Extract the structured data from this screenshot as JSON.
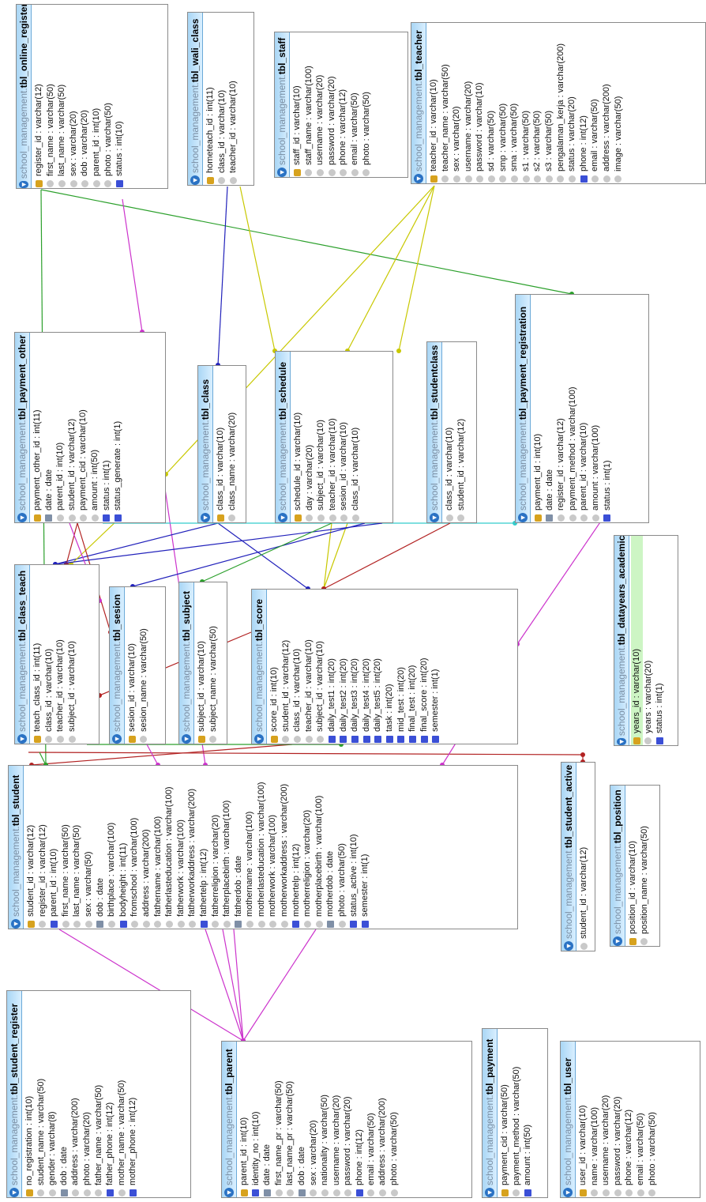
{
  "schema": "school_management",
  "tables": [
    {
      "id": "tbl_online_register",
      "name": "tbl_online_register",
      "fields": [
        {
          "text": "register_id : varchar(12)",
          "key": "pk"
        },
        {
          "text": "first_name : varchar(50)",
          "key": "col"
        },
        {
          "text": "last_name : varchar(50)",
          "key": "col"
        },
        {
          "text": "sex : varchar(20)",
          "key": "col"
        },
        {
          "text": "dob : varchar(20)",
          "key": "col"
        },
        {
          "text": "parent_id : int(10)",
          "key": "col"
        },
        {
          "text": "photo : varchar(50)",
          "key": "col"
        },
        {
          "text": "status : int(10)",
          "key": "num"
        }
      ]
    },
    {
      "id": "tbl_wali_class",
      "name": "tbl_wali_class",
      "fields": [
        {
          "text": "hometeach_id : int(11)",
          "key": "pk"
        },
        {
          "text": "class_id : varchar(10)",
          "key": "col"
        },
        {
          "text": "teacher_id : varchar(10)",
          "key": "col"
        }
      ]
    },
    {
      "id": "tbl_staff",
      "name": "tbl_staff",
      "fields": [
        {
          "text": "staff_id : varchar(10)",
          "key": "pk"
        },
        {
          "text": "staff_name : varchar(100)",
          "key": "col"
        },
        {
          "text": "username : varchar(20)",
          "key": "col"
        },
        {
          "text": "password : varchar(20)",
          "key": "col"
        },
        {
          "text": "phone : varchar(12)",
          "key": "col"
        },
        {
          "text": "email : varchar(50)",
          "key": "col"
        },
        {
          "text": "photo : varchar(50)",
          "key": "col"
        }
      ]
    },
    {
      "id": "tbl_teacher",
      "name": "tbl_teacher",
      "fields": [
        {
          "text": "teacher_id : varchar(10)",
          "key": "pk"
        },
        {
          "text": "teacher_name : varchar(50)",
          "key": "col"
        },
        {
          "text": "sex : varchar(20)",
          "key": "col"
        },
        {
          "text": "username : varchar(20)",
          "key": "col"
        },
        {
          "text": "password : varchar(10)",
          "key": "col"
        },
        {
          "text": "sd : varchar(50)",
          "key": "col"
        },
        {
          "text": "smp : varchar(50)",
          "key": "col"
        },
        {
          "text": "sma : varchar(50)",
          "key": "col"
        },
        {
          "text": "s1 : varchar(50)",
          "key": "col"
        },
        {
          "text": "s2 : varchar(50)",
          "key": "col"
        },
        {
          "text": "s3 : varchar(50)",
          "key": "col"
        },
        {
          "text": "pengalaman_kerja : varchar(200)",
          "key": "col"
        },
        {
          "text": "status : varchar(20)",
          "key": "col"
        },
        {
          "text": "phone : int(12)",
          "key": "num"
        },
        {
          "text": "email : varchar(50)",
          "key": "col"
        },
        {
          "text": "address : varchar(200)",
          "key": "col"
        },
        {
          "text": "image : varchar(50)",
          "key": "col"
        }
      ]
    },
    {
      "id": "tbl_payment_other",
      "name": "tbl_payment_other",
      "fields": [
        {
          "text": "payment_other_id : int(11)",
          "key": "pk"
        },
        {
          "text": "date : date",
          "key": "date"
        },
        {
          "text": "parent_id : int(10)",
          "key": "col"
        },
        {
          "text": "student_id : varchar(12)",
          "key": "col"
        },
        {
          "text": "payment_cid : varchar(10)",
          "key": "col"
        },
        {
          "text": "amount : int(50)",
          "key": "col"
        },
        {
          "text": "status : int(1)",
          "key": "num"
        },
        {
          "text": "status_generate : int(1)",
          "key": "num"
        }
      ]
    },
    {
      "id": "tbl_class",
      "name": "tbl_class",
      "fields": [
        {
          "text": "class_id : varchar(10)",
          "key": "pk"
        },
        {
          "text": "class_name : varchar(20)",
          "key": "col"
        }
      ]
    },
    {
      "id": "tbl_schedule",
      "name": "tbl_schedule",
      "fields": [
        {
          "text": "schedule_id : varchar(10)",
          "key": "pk"
        },
        {
          "text": "day : varchar(20)",
          "key": "col"
        },
        {
          "text": "subject_id : varchar(10)",
          "key": "col"
        },
        {
          "text": "teacher_id : varchar(10)",
          "key": "col"
        },
        {
          "text": "sesion_id : varchar(10)",
          "key": "col"
        },
        {
          "text": "class_id : varchar(10)",
          "key": "col"
        }
      ]
    },
    {
      "id": "tbl_studentclass",
      "name": "tbl_studentclass",
      "fields": [
        {
          "text": "class_id : varchar(10)",
          "key": "col"
        },
        {
          "text": "student_id : varchar(12)",
          "key": "col"
        }
      ]
    },
    {
      "id": "tbl_payment_registration",
      "name": "tbl_payment_registration",
      "fields": [
        {
          "text": "payment_id : int(10)",
          "key": "pk"
        },
        {
          "text": "date : date",
          "key": "date"
        },
        {
          "text": "register_id : varchar(12)",
          "key": "col"
        },
        {
          "text": "payment_method : varchar(100)",
          "key": "col"
        },
        {
          "text": "parent_id : varchar(10)",
          "key": "col"
        },
        {
          "text": "amount : varchar(100)",
          "key": "col"
        },
        {
          "text": "status : int(1)",
          "key": "num"
        }
      ]
    },
    {
      "id": "tbl_class_teach",
      "name": "tbl_class_teach",
      "fields": [
        {
          "text": "teach_class_id : int(11)",
          "key": "pk"
        },
        {
          "text": "class_id : varchar(10)",
          "key": "col"
        },
        {
          "text": "teacher_id : varchar(10)",
          "key": "col"
        },
        {
          "text": "subject_id : varchar(10)",
          "key": "col"
        }
      ]
    },
    {
      "id": "tbl_sesion",
      "name": "tbl_sesion",
      "fields": [
        {
          "text": "sesion_id : varchar(10)",
          "key": "pk"
        },
        {
          "text": "sesion_name : varchar(50)",
          "key": "col"
        }
      ]
    },
    {
      "id": "tbl_subject",
      "name": "tbl_subject",
      "fields": [
        {
          "text": "subject_id : varchar(10)",
          "key": "pk"
        },
        {
          "text": "subject_name : varchar(50)",
          "key": "col"
        }
      ]
    },
    {
      "id": "tbl_score",
      "name": "tbl_score",
      "fields": [
        {
          "text": "score_id : int(10)",
          "key": "pk"
        },
        {
          "text": "student_id : varchar(12)",
          "key": "col"
        },
        {
          "text": "class_id : varchar(10)",
          "key": "col"
        },
        {
          "text": "teacher_id : varchar(10)",
          "key": "col"
        },
        {
          "text": "subject_id : varchar(10)",
          "key": "col"
        },
        {
          "text": "daily_test1 : int(20)",
          "key": "num"
        },
        {
          "text": "daily_test2 : int(20)",
          "key": "num"
        },
        {
          "text": "daily_test3 : int(20)",
          "key": "num"
        },
        {
          "text": "daily_test4 : int(20)",
          "key": "num"
        },
        {
          "text": "daily_test5 : int(20)",
          "key": "num"
        },
        {
          "text": "task : int(20)",
          "key": "num"
        },
        {
          "text": "mid_test : int(20)",
          "key": "num"
        },
        {
          "text": "final_test : int(20)",
          "key": "num"
        },
        {
          "text": "final_score : int(20)",
          "key": "num"
        },
        {
          "text": "semester : int(1)",
          "key": "num"
        }
      ]
    },
    {
      "id": "tbl_datayears_academic",
      "name": "tbl_datayears_academic",
      "fields": [
        {
          "text": "years_id : varchar(10)",
          "key": "pk",
          "selected": true
        },
        {
          "text": "years : varchar(20)",
          "key": "col"
        },
        {
          "text": "status : int(1)",
          "key": "num"
        }
      ]
    },
    {
      "id": "tbl_student",
      "name": "tbl_student",
      "fields": [
        {
          "text": "student_id : varchar(12)",
          "key": "pk"
        },
        {
          "text": "register_id : varchar(12)",
          "key": "col"
        },
        {
          "text": "parent_id : int(10)",
          "key": "num"
        },
        {
          "text": "first_name : varchar(50)",
          "key": "col"
        },
        {
          "text": "last_name : varchar(50)",
          "key": "col"
        },
        {
          "text": "sex : varchar(50)",
          "key": "col"
        },
        {
          "text": "dob : date",
          "key": "date"
        },
        {
          "text": "birthplace : varchar(100)",
          "key": "col"
        },
        {
          "text": "bodyheight : int(11)",
          "key": "num"
        },
        {
          "text": "fromschool : varchar(100)",
          "key": "col"
        },
        {
          "text": "address : varchar(200)",
          "key": "col"
        },
        {
          "text": "fathername : varchar(100)",
          "key": "col"
        },
        {
          "text": "fatherlasteducation : varchar(100)",
          "key": "col"
        },
        {
          "text": "fatherwork : varchar(100)",
          "key": "col"
        },
        {
          "text": "fatherworkaddress : varchar(200)",
          "key": "col"
        },
        {
          "text": "fathertelp : int(12)",
          "key": "num"
        },
        {
          "text": "fatherreligion : varchar(20)",
          "key": "col"
        },
        {
          "text": "fatherplacebirth : varchar(100)",
          "key": "col"
        },
        {
          "text": "fatherdob : date",
          "key": "date"
        },
        {
          "text": "mothername : varchar(100)",
          "key": "col"
        },
        {
          "text": "motherlasteducation : varchar(100)",
          "key": "col"
        },
        {
          "text": "motherwork : varchar(100)",
          "key": "col"
        },
        {
          "text": "motherworkaddress : varchar(200)",
          "key": "col"
        },
        {
          "text": "mothertelp : int(12)",
          "key": "num"
        },
        {
          "text": "motherreligion : varchar(20)",
          "key": "col"
        },
        {
          "text": "motherplacebirth : varchar(100)",
          "key": "col"
        },
        {
          "text": "motherdob : date",
          "key": "date"
        },
        {
          "text": "photo : varchar(50)",
          "key": "col"
        },
        {
          "text": "status_active : int(10)",
          "key": "num"
        },
        {
          "text": "semester : int(1)",
          "key": "num"
        }
      ]
    },
    {
      "id": "tbl_student_active",
      "name": "tbl_student_active",
      "fields": [
        {
          "text": "student_id : varchar(12)",
          "key": "col"
        }
      ]
    },
    {
      "id": "tbl_position",
      "name": "tbl_position",
      "fields": [
        {
          "text": "position_id : varchar(10)",
          "key": "pk"
        },
        {
          "text": "position_name : varchar(50)",
          "key": "col"
        }
      ]
    },
    {
      "id": "tbl_student_register",
      "name": "tbl_student_register",
      "fields": [
        {
          "text": "no_registration : int(10)",
          "key": "pk"
        },
        {
          "text": "student_name : varchar(50)",
          "key": "col"
        },
        {
          "text": "gender : varchar(8)",
          "key": "col"
        },
        {
          "text": "dob : date",
          "key": "date"
        },
        {
          "text": "address : varchar(200)",
          "key": "col"
        },
        {
          "text": "photo : varchar(20)",
          "key": "col"
        },
        {
          "text": "father_name : varchar(50)",
          "key": "col"
        },
        {
          "text": "father_phone : int(12)",
          "key": "num"
        },
        {
          "text": "mother_name : varchar(50)",
          "key": "col"
        },
        {
          "text": "mother_phone : int(12)",
          "key": "num"
        }
      ]
    },
    {
      "id": "tbl_parent",
      "name": "tbl_parent",
      "fields": [
        {
          "text": "parent_id : int(10)",
          "key": "pk"
        },
        {
          "text": "identity_no : int(10)",
          "key": "num"
        },
        {
          "text": "date : date",
          "key": "date"
        },
        {
          "text": "first_name_pr : varchar(50)",
          "key": "col"
        },
        {
          "text": "last_name_pr : varchar(50)",
          "key": "col"
        },
        {
          "text": "dob : date",
          "key": "date"
        },
        {
          "text": "sex : varchar(20)",
          "key": "col"
        },
        {
          "text": "nationality : varchar(50)",
          "key": "col"
        },
        {
          "text": "username : varchar(20)",
          "key": "col"
        },
        {
          "text": "password : varchar(20)",
          "key": "col"
        },
        {
          "text": "phone : int(12)",
          "key": "num"
        },
        {
          "text": "email : varchar(50)",
          "key": "col"
        },
        {
          "text": "address : varchar(200)",
          "key": "col"
        },
        {
          "text": "photo : varchar(50)",
          "key": "col"
        }
      ]
    },
    {
      "id": "tbl_payment",
      "name": "tbl_payment",
      "fields": [
        {
          "text": "payment_cid : varchar(50)",
          "key": "pk"
        },
        {
          "text": "payment_method : varchar(50)",
          "key": "col"
        },
        {
          "text": "amount : int(50)",
          "key": "num"
        }
      ]
    },
    {
      "id": "tbl_user",
      "name": "tbl_user",
      "fields": [
        {
          "text": "user_id : varchar(10)",
          "key": "pk"
        },
        {
          "text": "name : varchar(100)",
          "key": "col"
        },
        {
          "text": "username : varchar(20)",
          "key": "col"
        },
        {
          "text": "password : varchar(20)",
          "key": "col"
        },
        {
          "text": "phone : varchar(12)",
          "key": "col"
        },
        {
          "text": "email : varchar(50)",
          "key": "col"
        },
        {
          "text": "photo : varchar(50)",
          "key": "col"
        }
      ]
    }
  ],
  "relation_colors": {
    "green": "#2ca02c",
    "magenta": "#cc33cc",
    "olive": "#c8c800",
    "blue": "#2222bb",
    "red": "#b22222",
    "cyan": "#33cccc"
  }
}
